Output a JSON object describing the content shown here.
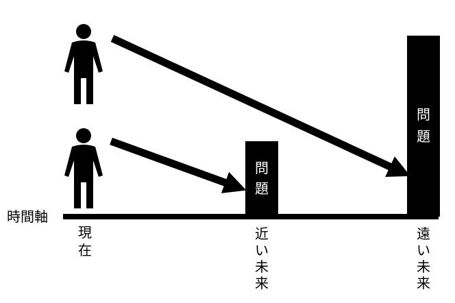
{
  "timeline": {
    "axis_label": "時間軸",
    "labels": {
      "present": [
        "現",
        "在"
      ],
      "near_future": [
        "近",
        "い",
        "未",
        "来"
      ],
      "far_future": [
        "遠",
        "い",
        "未",
        "来"
      ]
    }
  },
  "problems": {
    "near": [
      "問",
      "題"
    ],
    "far": [
      "問",
      "題"
    ]
  },
  "colors": {
    "ink": "#000000",
    "paper": "#ffffff"
  },
  "icons": {
    "person_top": "person-icon",
    "person_bottom": "person-icon"
  }
}
